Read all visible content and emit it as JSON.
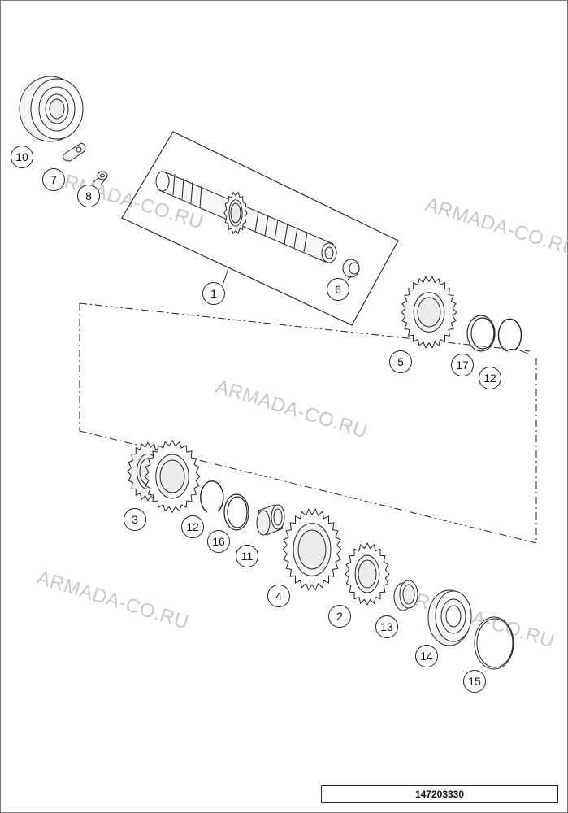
{
  "watermark": "ARMADA-CO.RU",
  "document_number": "147203330",
  "callouts": [
    "1",
    "2",
    "3",
    "4",
    "5",
    "6",
    "7",
    "8",
    "10",
    "11",
    "12",
    "12",
    "13",
    "14",
    "15",
    "16",
    "17"
  ],
  "line_color": "#222222",
  "watermark_color": "#c9c9c9"
}
